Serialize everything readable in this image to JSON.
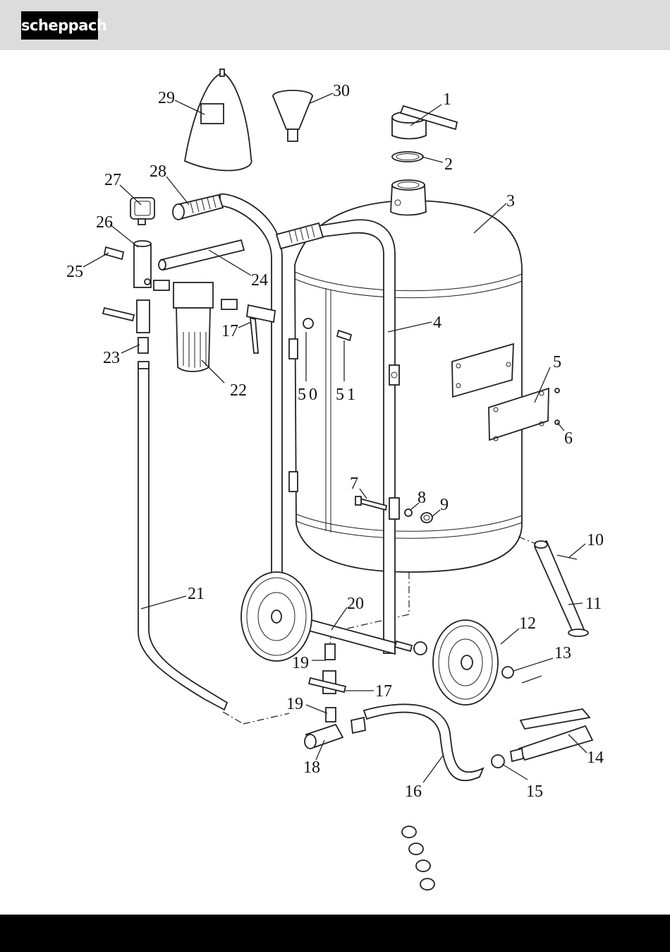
{
  "brand": {
    "logo_text": "scheppach"
  },
  "parts": [
    {
      "id": "p1",
      "label": "1"
    },
    {
      "id": "p2",
      "label": "2"
    },
    {
      "id": "p3",
      "label": "3"
    },
    {
      "id": "p4",
      "label": "4"
    },
    {
      "id": "p5",
      "label": "5"
    },
    {
      "id": "p6",
      "label": "6"
    },
    {
      "id": "p7",
      "label": "7"
    },
    {
      "id": "p8",
      "label": "8"
    },
    {
      "id": "p9",
      "label": "9"
    },
    {
      "id": "p10",
      "label": "10"
    },
    {
      "id": "p11",
      "label": "11"
    },
    {
      "id": "p12",
      "label": "12"
    },
    {
      "id": "p13",
      "label": "13"
    },
    {
      "id": "p14",
      "label": "14"
    },
    {
      "id": "p15",
      "label": "15"
    },
    {
      "id": "p16",
      "label": "16"
    },
    {
      "id": "p17a",
      "label": "17"
    },
    {
      "id": "p17b",
      "label": "17"
    },
    {
      "id": "p18",
      "label": "18"
    },
    {
      "id": "p19a",
      "label": "19"
    },
    {
      "id": "p19b",
      "label": "19"
    },
    {
      "id": "p20",
      "label": "20"
    },
    {
      "id": "p21",
      "label": "21"
    },
    {
      "id": "p22",
      "label": "22"
    },
    {
      "id": "p23",
      "label": "23"
    },
    {
      "id": "p24",
      "label": "24"
    },
    {
      "id": "p25",
      "label": "25"
    },
    {
      "id": "p26",
      "label": "26"
    },
    {
      "id": "p27",
      "label": "27"
    },
    {
      "id": "p28",
      "label": "28"
    },
    {
      "id": "p29",
      "label": "29"
    },
    {
      "id": "p30",
      "label": "30"
    },
    {
      "id": "p50",
      "label": "50"
    },
    {
      "id": "p51",
      "label": "51"
    }
  ],
  "icons": {
    "logo": "scheppach-logo",
    "diagram": "sandblaster-exploded-view"
  }
}
